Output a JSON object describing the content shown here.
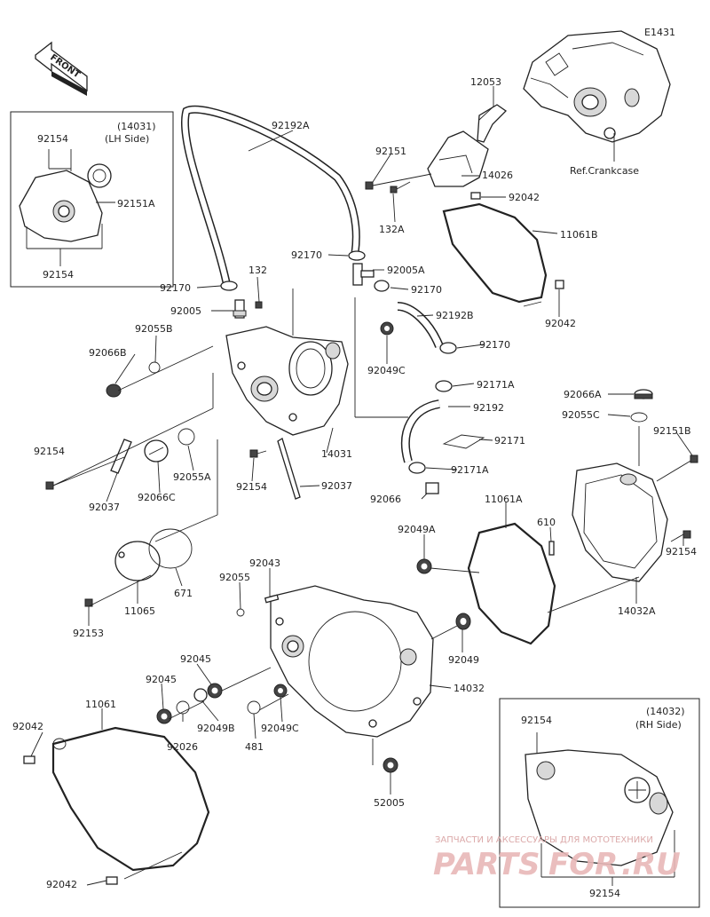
{
  "diagram_code": "E1431",
  "front_arrow_label": "FRONT",
  "lh_inset": {
    "code": "(14031)",
    "side": "(LH Side)",
    "label_top": "92154",
    "label_right": "92151A",
    "label_bottom": "92154"
  },
  "rh_inset": {
    "code": "(14032)",
    "side": "(RH Side)",
    "label_top": "92154",
    "label_bottom": "92154"
  },
  "watermark": {
    "line1": "ЗАПЧАСТИ И АКСЕССУАРЫ ДЛЯ МОТОТЕХНИКИ",
    "brand_a": "PARTS",
    "brand_b": "FOR",
    "brand_c": ".RU"
  },
  "labels": {
    "p12053": "12053",
    "p92192A": "92192A",
    "p92151": "92151",
    "p14026": "14026",
    "refcrank": "Ref.Crankcase",
    "p92042a": "92042",
    "p132A": "132A",
    "p11061B": "11061B",
    "p92170a": "92170",
    "p92005A": "92005A",
    "p92170b": "92170",
    "p92170c": "92170",
    "p132": "132",
    "p92005": "92005",
    "p92192B": "92192B",
    "p92042b": "92042",
    "p92055B": "92055B",
    "p92066B": "92066B",
    "p92170d": "92170",
    "p92049C": "92049C",
    "p92171A": "92171A",
    "p92066A": "92066A",
    "p92192": "92192",
    "p92055C": "92055C",
    "p92154a": "92154",
    "p92171": "92171",
    "p92151B": "92151B",
    "p14031": "14031",
    "p92055A": "92055A",
    "p92154b": "92154",
    "p92037a": "92037",
    "p92171Ab": "92171A",
    "p92037b": "92037",
    "p92066C": "92066C",
    "p92066": "92066",
    "p11061A": "11061A",
    "p92049A": "92049A",
    "p610": "610",
    "p92154c": "92154",
    "p92043": "92043",
    "p92055": "92055",
    "p671": "671",
    "p11065": "11065",
    "p14032A": "14032A",
    "p92153": "92153",
    "p92045a": "92045",
    "p92045b": "92045",
    "p92049": "92049",
    "p14032": "14032",
    "p92049B": "92049B",
    "p481": "481",
    "p92049C2": "92049C",
    "p92026": "92026",
    "p11061": "11061",
    "p92042c": "92042",
    "p52005": "52005",
    "p92042d": "92042"
  }
}
